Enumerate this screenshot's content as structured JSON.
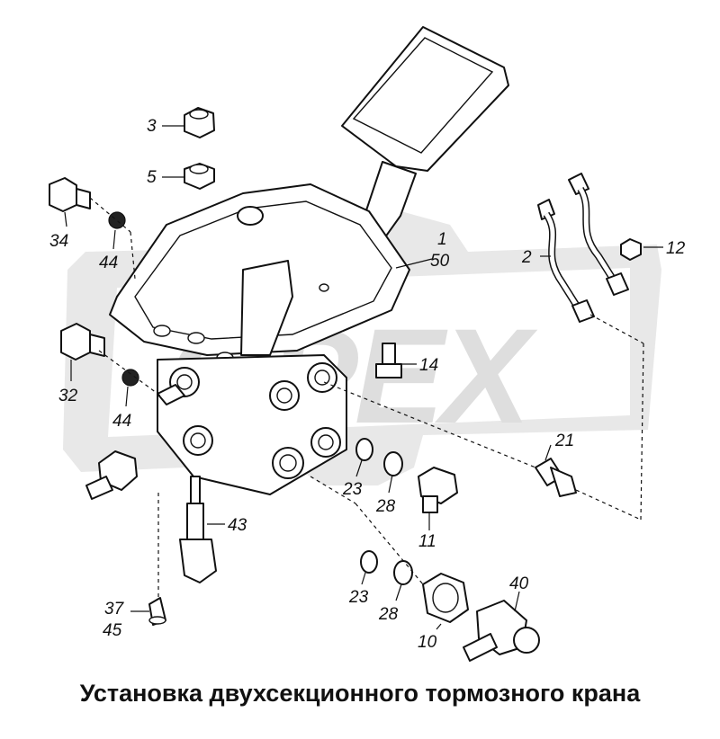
{
  "caption": "Установка двухсекционного  тормозного крана",
  "watermark": "OPEX",
  "colors": {
    "line": "#111111",
    "watermark_fill": "#cfcfcf",
    "watermark_text": "#bdbdbd",
    "background": "#ffffff"
  },
  "callouts": {
    "c3": "3",
    "c5": "5",
    "c34": "34",
    "c44a": "44",
    "c1": "1",
    "c50": "50",
    "c2": "2",
    "c12": "12",
    "c32": "32",
    "c44b": "44",
    "c14": "14",
    "c21": "21",
    "c23a": "23",
    "c28a": "28",
    "c11": "11",
    "c43": "43",
    "c37": "37",
    "c45": "45",
    "c23b": "23",
    "c28b": "28",
    "c10": "10",
    "c40": "40"
  }
}
